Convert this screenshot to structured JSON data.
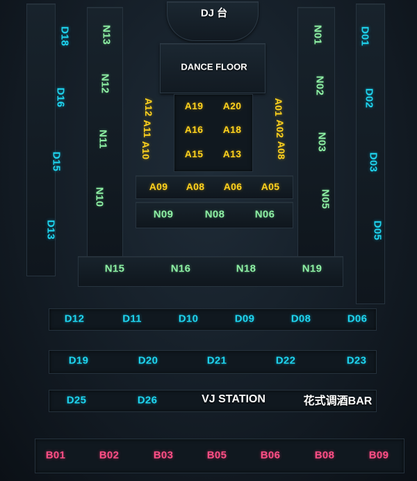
{
  "stage_labels": {
    "dj": "DJ 台",
    "dance_floor": "DANCE FLOOR",
    "vj_station": "VJ STATION",
    "bar": "花式调酒BAR"
  },
  "colors": {
    "D": "#1fd4ee",
    "N": "#8ef0a4",
    "A": "#ffd21e",
    "B": "#ff4f86"
  },
  "seats": {
    "d_left": [
      "D18",
      "D16",
      "D15",
      "D13"
    ],
    "d_right": [
      "D01",
      "D02",
      "D03",
      "D05"
    ],
    "n_left": [
      "N13",
      "N12",
      "N11",
      "N10"
    ],
    "n_right": [
      "N01",
      "N02",
      "N03",
      "N05"
    ],
    "a_left": [
      "A12",
      "A11",
      "A10"
    ],
    "a_right": [
      "A01",
      "A02",
      "A08"
    ],
    "a_center": [
      "A19",
      "A20",
      "A16",
      "A18",
      "A15",
      "A13"
    ],
    "a_front": [
      "A09",
      "A08",
      "A06",
      "A05"
    ],
    "n_front": [
      "N09",
      "N08",
      "N06"
    ],
    "n_row": [
      "N15",
      "N16",
      "N18",
      "N19"
    ],
    "d_row1": [
      "D12",
      "D11",
      "D10",
      "D09",
      "D08",
      "D06"
    ],
    "d_row2": [
      "D19",
      "D20",
      "D21",
      "D22",
      "D23"
    ],
    "d_row3": [
      "D25",
      "D26"
    ],
    "b_row": [
      "B01",
      "B02",
      "B03",
      "B05",
      "B06",
      "B08",
      "B09"
    ]
  }
}
